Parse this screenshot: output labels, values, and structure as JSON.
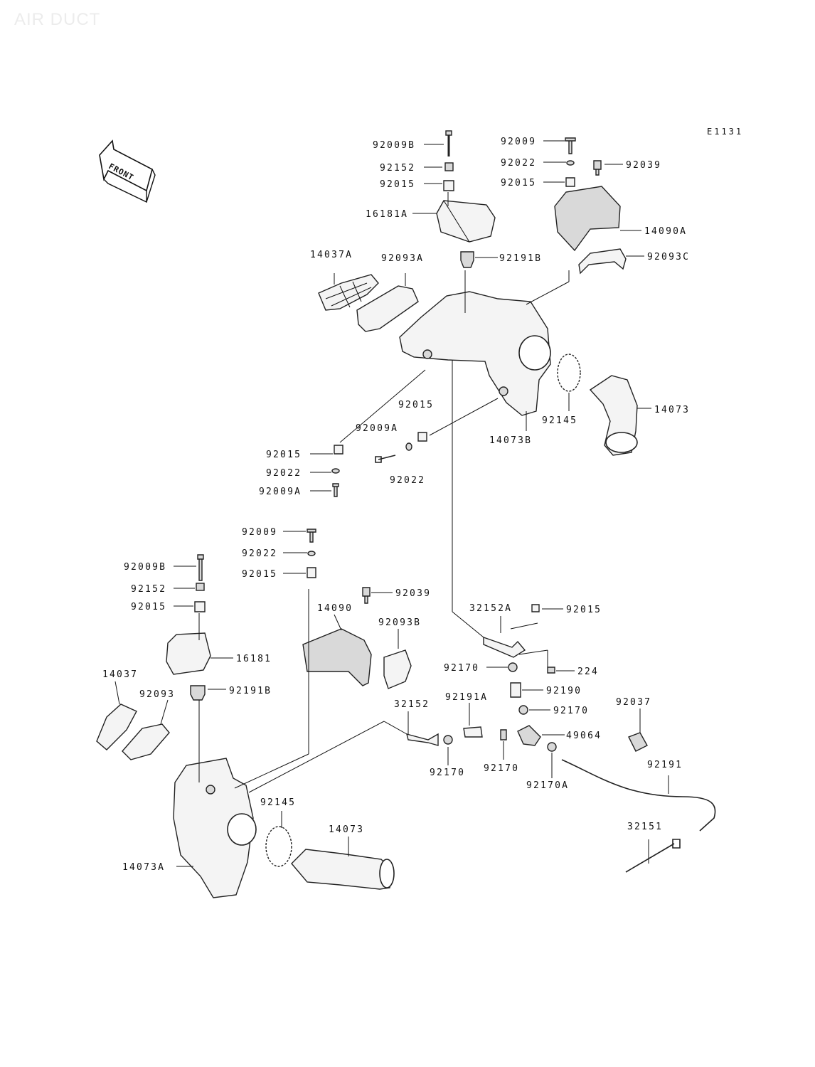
{
  "header": {
    "title": "AIR DUCT",
    "diagram_code": "E1131",
    "front_label": "FRONT"
  },
  "labels": [
    {
      "id": "l1",
      "text": "92009B"
    },
    {
      "id": "l2",
      "text": "92152"
    },
    {
      "id": "l3",
      "text": "92015"
    },
    {
      "id": "l4",
      "text": "16181A"
    },
    {
      "id": "l5",
      "text": "92009"
    },
    {
      "id": "l6",
      "text": "92022"
    },
    {
      "id": "l7",
      "text": "92039"
    },
    {
      "id": "l8",
      "text": "92015"
    },
    {
      "id": "l9",
      "text": "14090A"
    },
    {
      "id": "l10",
      "text": "92191B"
    },
    {
      "id": "l11",
      "text": "92093C"
    },
    {
      "id": "l12",
      "text": "14037A"
    },
    {
      "id": "l13",
      "text": "92093A"
    },
    {
      "id": "l14",
      "text": "92015"
    },
    {
      "id": "l15",
      "text": "92009A"
    },
    {
      "id": "l16",
      "text": "92145"
    },
    {
      "id": "l17",
      "text": "14073"
    },
    {
      "id": "l18",
      "text": "14073B"
    },
    {
      "id": "l19",
      "text": "92015"
    },
    {
      "id": "l20",
      "text": "92022"
    },
    {
      "id": "l21",
      "text": "92022"
    },
    {
      "id": "l22",
      "text": "92009A"
    },
    {
      "id": "l23",
      "text": "92009"
    },
    {
      "id": "l24",
      "text": "92022"
    },
    {
      "id": "l25",
      "text": "92009B"
    },
    {
      "id": "l26",
      "text": "92015"
    },
    {
      "id": "l27",
      "text": "92152"
    },
    {
      "id": "l28",
      "text": "92015"
    },
    {
      "id": "l29",
      "text": "92039"
    },
    {
      "id": "l30",
      "text": "14090"
    },
    {
      "id": "l31",
      "text": "32152A"
    },
    {
      "id": "l32",
      "text": "92015"
    },
    {
      "id": "l33",
      "text": "92093B"
    },
    {
      "id": "l34",
      "text": "16181"
    },
    {
      "id": "l35",
      "text": "92170"
    },
    {
      "id": "l36",
      "text": "224"
    },
    {
      "id": "l37",
      "text": "14037"
    },
    {
      "id": "l38",
      "text": "92093"
    },
    {
      "id": "l39",
      "text": "92191B"
    },
    {
      "id": "l40",
      "text": "92190"
    },
    {
      "id": "l41",
      "text": "32152"
    },
    {
      "id": "l42",
      "text": "92191A"
    },
    {
      "id": "l43",
      "text": "92170"
    },
    {
      "id": "l44",
      "text": "92037"
    },
    {
      "id": "l45",
      "text": "49064"
    },
    {
      "id": "l46",
      "text": "92170"
    },
    {
      "id": "l47",
      "text": "92170"
    },
    {
      "id": "l48",
      "text": "92170A"
    },
    {
      "id": "l49",
      "text": "92191"
    },
    {
      "id": "l50",
      "text": "92145"
    },
    {
      "id": "l51",
      "text": "14073"
    },
    {
      "id": "l52",
      "text": "32151"
    },
    {
      "id": "l53",
      "text": "14073A"
    }
  ]
}
